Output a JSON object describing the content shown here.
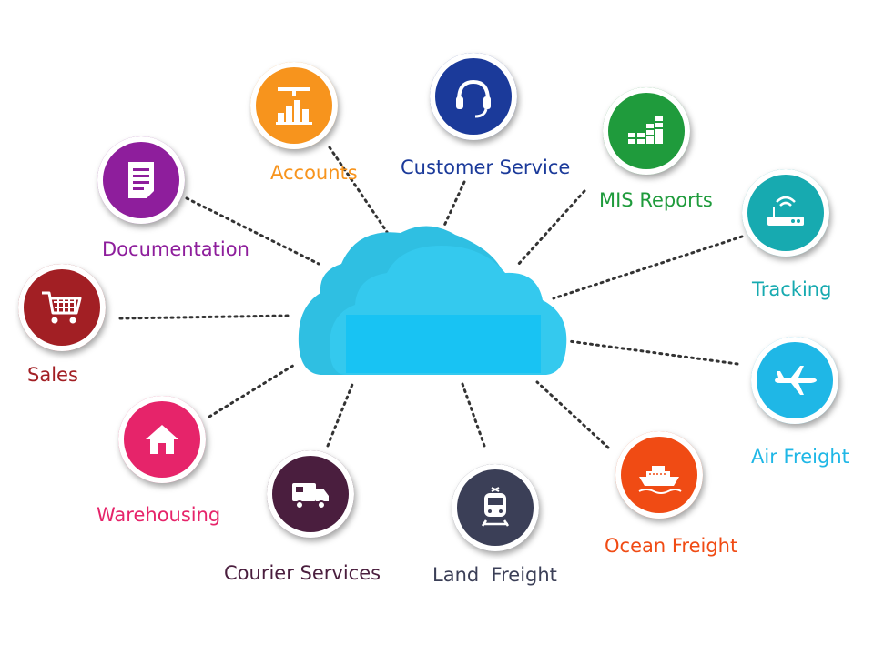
{
  "nodes": [
    {
      "id": "accounts",
      "label": "Accounts",
      "color": "#f7941d",
      "icon": "accounts-chart-icon"
    },
    {
      "id": "customer-service",
      "label": "Customer Service",
      "color": "#1b3a9a",
      "icon": "headset-icon"
    },
    {
      "id": "mis-reports",
      "label": "MIS Reports",
      "color": "#1f9b3c",
      "icon": "reports-icon"
    },
    {
      "id": "documentation",
      "label": "Documentation",
      "color": "#8e1e9c",
      "icon": "document-icon"
    },
    {
      "id": "tracking",
      "label": "Tracking",
      "color": "#17aab0",
      "icon": "router-icon"
    },
    {
      "id": "sales",
      "label": "Sales",
      "color": "#a21f24",
      "icon": "shopping-cart-icon"
    },
    {
      "id": "air-freight",
      "label": "Air Freight",
      "color": "#1fb7e6",
      "icon": "airplane-icon"
    },
    {
      "id": "warehousing",
      "label": "Warehousing",
      "color": "#e6246a",
      "icon": "house-icon"
    },
    {
      "id": "courier-services",
      "label": "Courier Services",
      "color": "#4a1e3e",
      "icon": "truck-icon"
    },
    {
      "id": "land-freight",
      "label": "Land  Freight",
      "color": "#3b3f57",
      "icon": "train-icon"
    },
    {
      "id": "ocean-freight",
      "label": "Ocean Freight",
      "color": "#f04b14",
      "icon": "ship-icon"
    }
  ],
  "cloud": {
    "color": "#1cc4ec",
    "icon": "cloud-icon"
  }
}
